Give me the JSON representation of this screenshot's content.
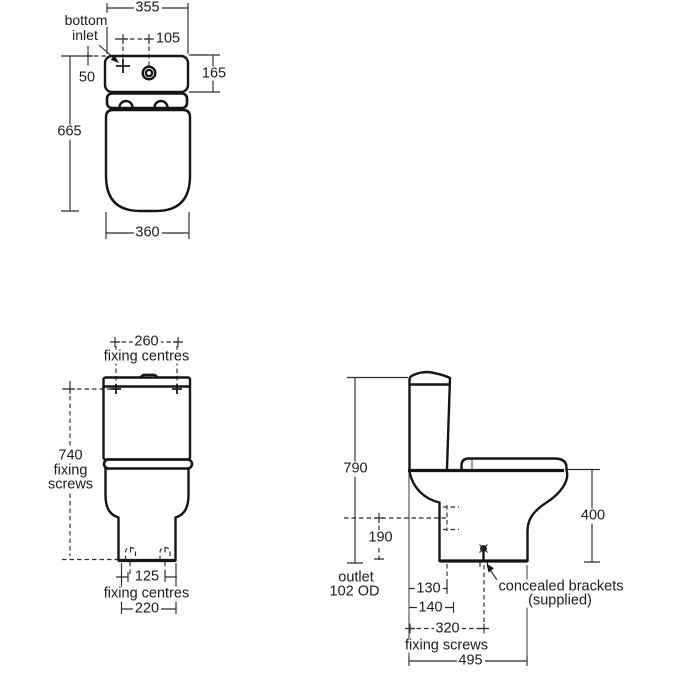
{
  "figure": {
    "type": "sanitaryware installation drawing",
    "background": "#ffffff",
    "line_color": "#151515",
    "text_color": "#1b1b1b"
  },
  "front_view": {
    "width_top": "355",
    "inlet_note_line1": "bottom",
    "inlet_note_line2": "inlet",
    "inlet_offset": "105",
    "inlet_drop": "50",
    "cistern_height": "165",
    "overall_height": "665",
    "width_bottom": "360"
  },
  "rear_view": {
    "fixing_centres_top_value": "260",
    "fixing_centres_top_caption": "fixing centres",
    "fixing_screws_height_value": "740",
    "fixing_screws_caption_line1": "fixing",
    "fixing_screws_caption_line2": "screws",
    "fixing_centres_bottom_value": "125",
    "fixing_centres_bottom_caption": "fixing centres",
    "base_width": "220"
  },
  "side_view": {
    "overall_height": "790",
    "outlet_centre_height": "190",
    "seat_height": "400",
    "outlet_note_line1": "outlet",
    "outlet_note_line2": "102 OD",
    "outlet_offset_a": "130",
    "outlet_offset_b": "140",
    "fixing_screws_value": "320",
    "fixing_screws_caption": "fixing screws",
    "overall_depth": "495",
    "brackets_note_line1": "concealed brackets",
    "brackets_note_line2": "(supplied)"
  }
}
